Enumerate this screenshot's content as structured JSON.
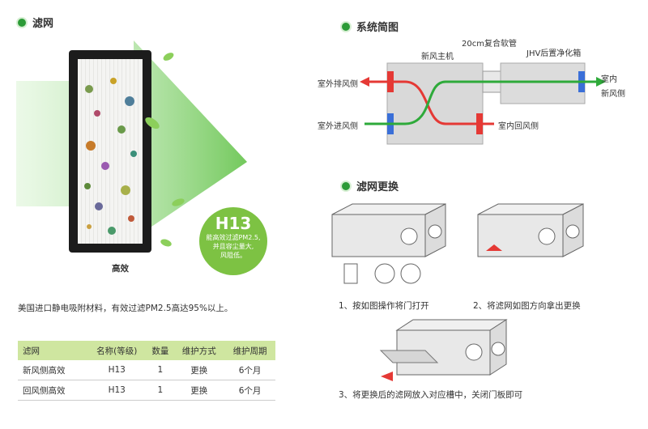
{
  "left": {
    "title": "滤网",
    "filter_caption": "高效",
    "badge": {
      "grade": "H13",
      "line1": "能高效过滤PM2.5,",
      "line2": "并且容尘量大,",
      "line3": "风阻低。"
    },
    "description": "美国进口静电吸附材料，有效过滤PM2.5高达95%以上。",
    "table": {
      "headers": [
        "滤网",
        "名称(等级)",
        "数量",
        "维护方式",
        "维护周期"
      ],
      "rows": [
        [
          "新风侧高效",
          "H13",
          "1",
          "更换",
          "6个月"
        ],
        [
          "回风侧高效",
          "H13",
          "1",
          "更换",
          "6个月"
        ]
      ]
    }
  },
  "diagram": {
    "title": "系统简图",
    "labels": {
      "hose": "20cm复合软管",
      "main_unit": "新风主机",
      "jhv_box": "JHV后置净化箱",
      "out_exhaust": "室外排风侧",
      "out_intake": "室外进风侧",
      "indoor_return": "室内回风侧",
      "indoor": "室内",
      "fresh_side": "新风侧"
    }
  },
  "replace": {
    "title": "滤网更换",
    "step1": "1、按如图操作将门打开",
    "step2": "2、将滤网如图方向拿出更换",
    "step3": "3、将更换后的滤网放入对应槽中，关闭门板即可"
  },
  "colors": {
    "accent": "#2c9b37",
    "table_header": "#cfe6a0",
    "arrow_red": "#e53935",
    "arrow_green": "#2eaa3a",
    "duct_blue": "#3a6fd8"
  }
}
